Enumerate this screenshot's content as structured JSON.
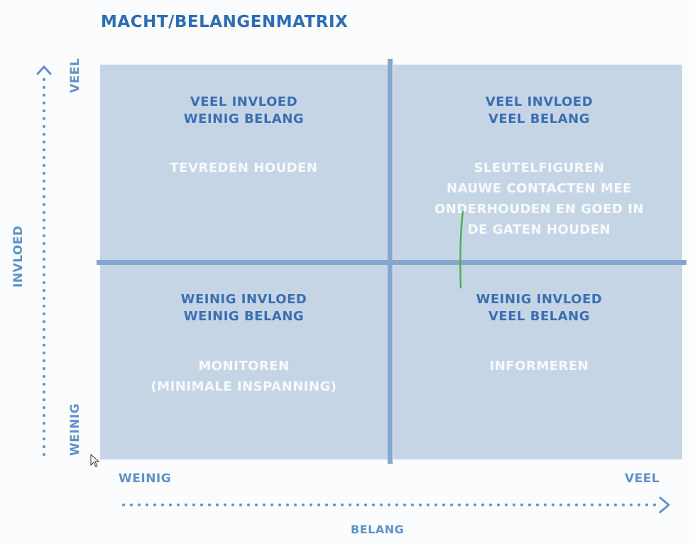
{
  "title": "MACHT/BELANGENMATRIX",
  "axes": {
    "y_label": "INVLOED",
    "y_high": "VEEL",
    "y_low": "WEINIG",
    "x_label": "BELANG",
    "x_low": "WEINIG",
    "x_high": "VEEL"
  },
  "quadrants": {
    "top_left": {
      "head_1": "VEEL INVLOED",
      "head_2": "WEINIG BELANG",
      "body": [
        "TEVREDEN HOUDEN"
      ]
    },
    "top_right": {
      "head_1": "VEEL INVLOED",
      "head_2": "VEEL BELANG",
      "body": [
        "SLEUTELFIGUREN",
        "NAUWE CONTACTEN MEE",
        "ONDERHOUDEN EN GOED IN",
        "DE GATEN HOUDEN"
      ]
    },
    "bottom_left": {
      "head_1": "WEINIG INVLOED",
      "head_2": "WEINIG BELANG",
      "body": [
        "MONITOREN",
        "(MINIMALE INSPANNING)"
      ]
    },
    "bottom_right": {
      "head_1": "WEINIG INVLOED",
      "head_2": "VEEL BELANG",
      "body": [
        "INFORMEREN"
      ]
    }
  },
  "colors": {
    "quadrant_fill": "#c6d5e6",
    "divider": "#86a7cc",
    "title": "#2e6db5",
    "axis": "#5f92c8",
    "annotation_stroke": "#4caf50"
  }
}
